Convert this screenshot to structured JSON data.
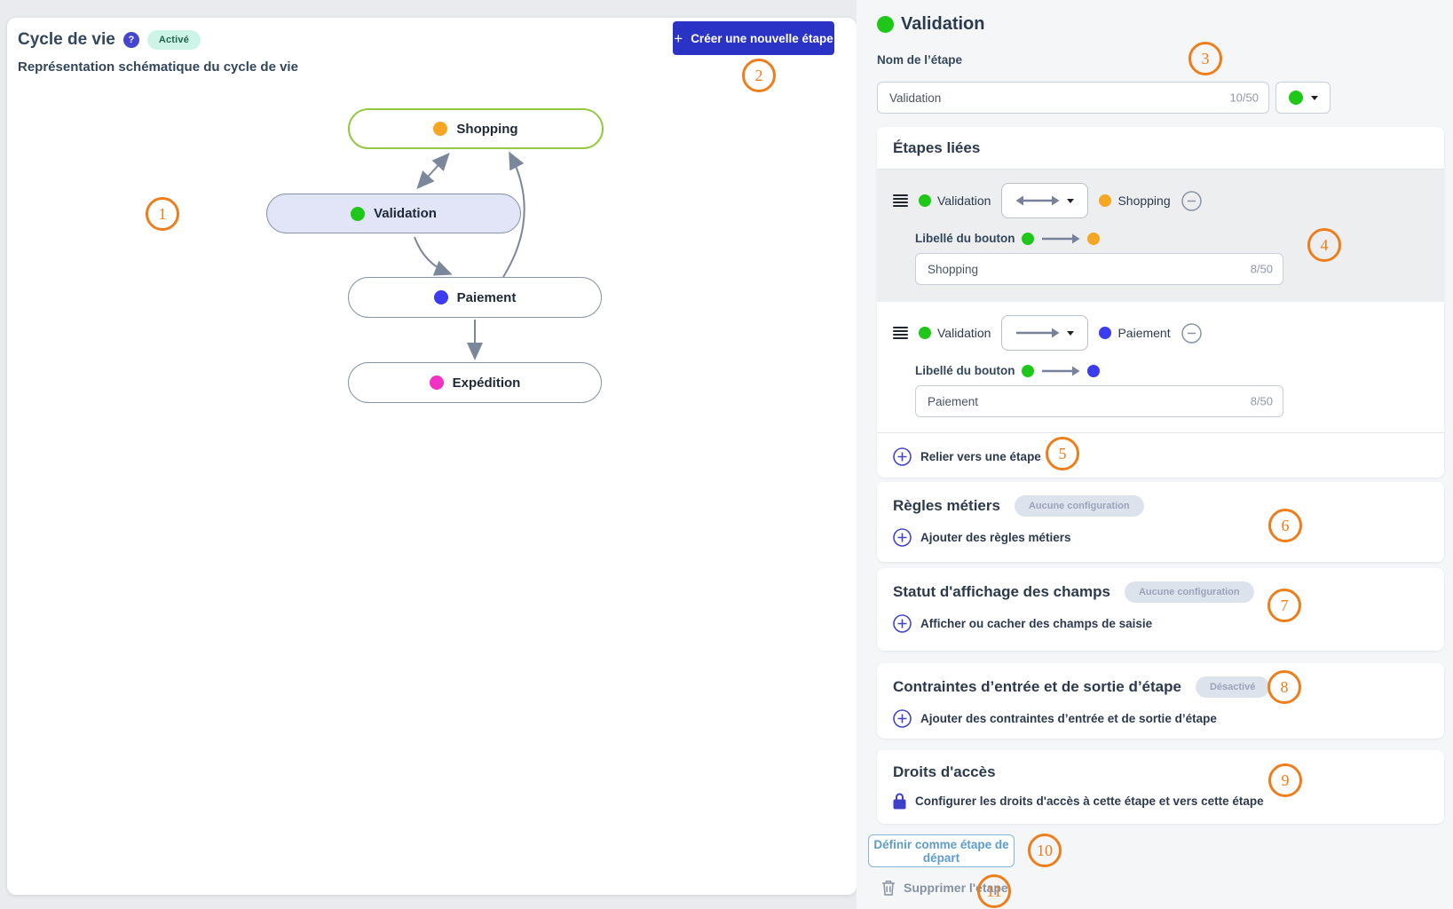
{
  "colors": {
    "accent_blue": "#2B33C6",
    "indigo_icon": "#4245CB",
    "green_step": "#1EC718",
    "orange_step": "#F5A623",
    "blue_step": "#3B3BF0",
    "pink_step": "#F431C5",
    "annotation_orange": "#EE7D1A",
    "node_border": "#8793A7",
    "selected_node_bg": "#E2E4F8",
    "shopping_node_border": "#93C840",
    "arrow_slate": "#7B879B",
    "mint_badge_bg": "#CDF4E6",
    "gray_badge_bg": "#DDE3ED",
    "start_button_text": "#5E9DCB"
  },
  "header": {
    "title": "Cycle de vie",
    "help_icon": "?",
    "status_badge": "Activé",
    "subtitle": "Représentation schématique du cycle de vie",
    "create_button": "Créer une nouvelle étape",
    "create_plus": "+"
  },
  "diagram": {
    "nodes": [
      {
        "label": "Shopping"
      },
      {
        "label": "Validation"
      },
      {
        "label": "Paiement"
      },
      {
        "label": "Expédition"
      }
    ]
  },
  "panel": {
    "step_title": "Validation",
    "name_label": "Nom de l’étape",
    "name_value": "Validation",
    "name_counter": "10/50",
    "linked": {
      "title": "Étapes liées",
      "rows": [
        {
          "from": "Validation",
          "to": "Shopping",
          "label_title": "Libellé du bouton",
          "value": "Shopping",
          "counter": "8/50"
        },
        {
          "from": "Validation",
          "to": "Paiement",
          "label_title": "Libellé du bouton",
          "value": "Paiement",
          "counter": "8/50"
        }
      ],
      "add_link": "Relier vers une étape"
    },
    "sections": [
      {
        "title": "Règles métiers",
        "badge": "Aucune configuration",
        "action": "Ajouter des règles métiers"
      },
      {
        "title": "Statut d'affichage des champs",
        "badge": "Aucune configuration",
        "action": "Afficher ou cacher des champs de saisie"
      },
      {
        "title": "Contraintes d’entrée et de sortie d’étape",
        "badge": "Désactivé",
        "action": "Ajouter des contraintes d’entrée et de sortie d’étape"
      },
      {
        "title": "Droits d'accès",
        "action": "Configurer les droits d'accès à cette étape et vers cette étape"
      }
    ],
    "footer": {
      "set_start": "Définir comme étape de départ",
      "delete": "Supprimer l'étape"
    }
  },
  "annotations": [
    "1",
    "2",
    "3",
    "4",
    "5",
    "6",
    "7",
    "8",
    "9",
    "10",
    "11"
  ]
}
